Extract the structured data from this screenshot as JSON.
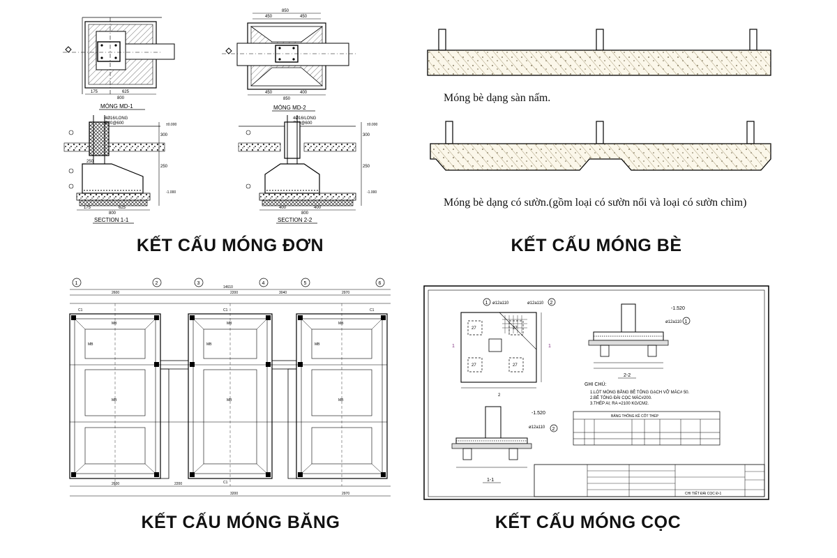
{
  "captions": {
    "mong_don": "KẾT CẤU MÓNG ĐƠN",
    "mong_be": "KẾT CẤU MÓNG BÈ",
    "mong_bang": "KẾT CẤU MÓNG BĂNG",
    "mong_coc": "KẾT CẤU MÓNG CỌC"
  },
  "mong_don": {
    "plan1_title": "MÓNG MD-1",
    "plan2_title": "MÓNG MD-2",
    "section1_title": "SECTION 1-1",
    "section2_title": "SECTION 2-2",
    "dim_450": "450",
    "dim_850": "850",
    "dim_175": "175",
    "dim_625": "625",
    "dim_800": "800",
    "dim_400": "400",
    "dim_250": "250",
    "dim_300": "300",
    "rebar_note": "4Ø16/LONG",
    "stirrup_note": "Ø20@600",
    "level_000": "±0.000",
    "level_neg": "-1.000"
  },
  "mong_be": {
    "note1": "Móng bè dạng sàn nấm.",
    "note2": "Móng bè dạng có sườn.(gồm loại có sườn nổi và loại có sườn chìm)"
  },
  "mong_bang": {
    "axes": [
      "1",
      "2",
      "3",
      "4",
      "5",
      "6"
    ],
    "beam_label": "MB",
    "col_label": "C1",
    "dim_total": "14610",
    "dims_top": [
      "2600",
      "2200",
      "3040",
      "2970"
    ],
    "dims_bottom": [
      "2600",
      "2200",
      "3200",
      "2970"
    ]
  },
  "mong_coc": {
    "rebar_top": "ø12a110",
    "marker_1": "1",
    "marker_2": "2",
    "pile_label": "27",
    "level_label": "-1.520",
    "section_22": "2-2",
    "section_11": "1-1",
    "notes_title": "GHI CHÚ:",
    "note_1": "1.LÓT MÓNG BẰNG BÊ TÔNG GẠCH VỠ MÁC# 50.",
    "note_2": "2.BÊ TÔNG ĐÀI CỌC MÁC#200.",
    "note_3": "3.THÉP AI; RA =2100 KG/CM2.",
    "table_title": "BẢNG THỐNG KÊ CỐT THÉP",
    "titleblock_name": "CHI TIẾT ĐÀI CỌC Đ-1"
  }
}
